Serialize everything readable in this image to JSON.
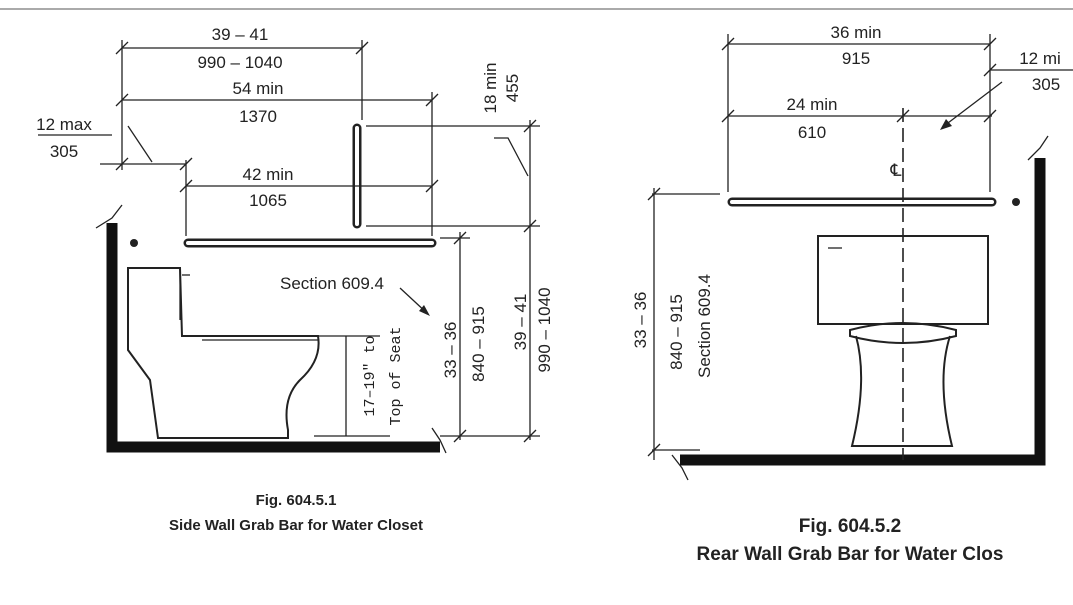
{
  "fig1": {
    "dim_39_41": "39 – 41",
    "dim_990_1040": "990 – 1040",
    "dim_54min": "54 min",
    "dim_1370": "1370",
    "dim_12max": "12 max",
    "dim_305": "305",
    "dim_42min": "42 min",
    "dim_1065": "1065",
    "dim_18min": "18 min",
    "dim_455": "455",
    "section_ref": "Section 609.4",
    "v_33_36": "33 – 36",
    "v_840_915": "840 – 915",
    "v_39_41": "39 – 41",
    "v_990_1040": "990 – 1040",
    "seat_height": "17–19\" to",
    "seat_label": "Top of Seat",
    "caption_number": "Fig. 604.5.1",
    "caption_title": "Side Wall Grab Bar for Water Closet"
  },
  "fig2": {
    "dim_36min": "36 min",
    "dim_915": "915",
    "dim_12min": "12 mi",
    "dim_305": "305",
    "dim_24min": "24 min",
    "dim_610": "610",
    "centerline": "℄",
    "v_33_36": "33 – 36",
    "v_840_915": "840 – 915",
    "section_ref": "Section 609.4",
    "caption_number": "Fig. 604.5.2",
    "caption_title": "Rear Wall Grab Bar for Water Clos"
  }
}
